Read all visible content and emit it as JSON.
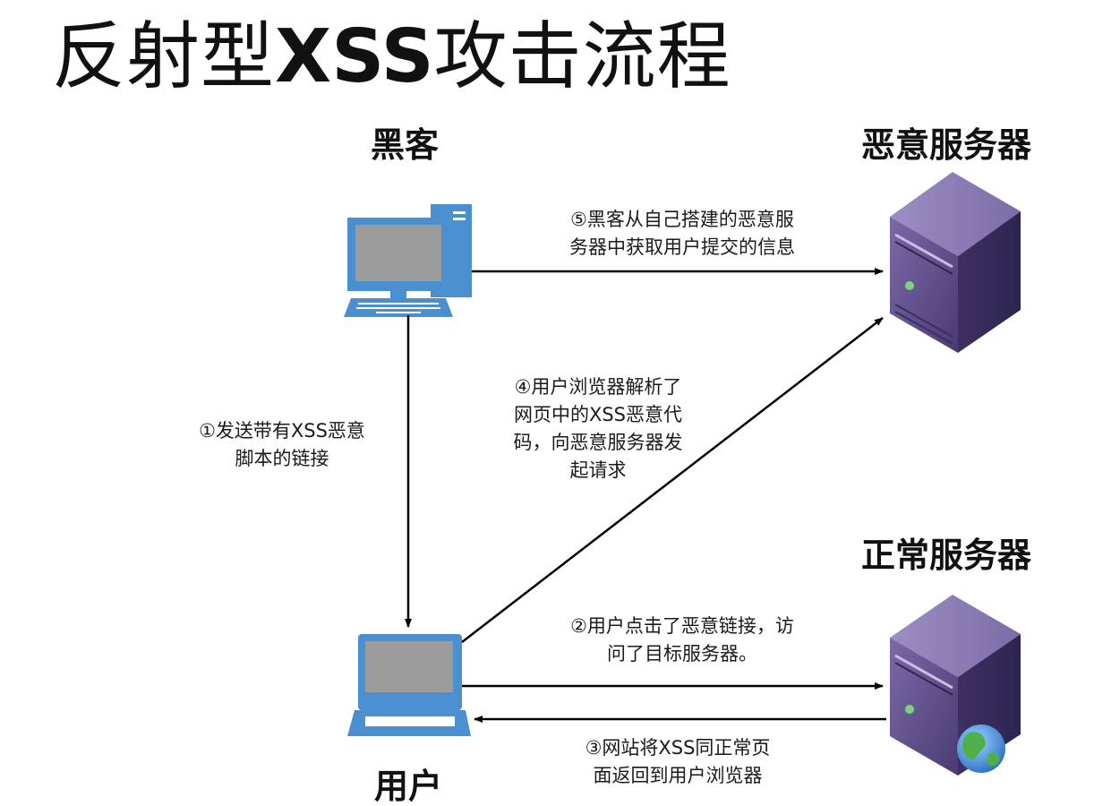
{
  "title": {
    "prefix": "反射型",
    "xss": "XSS",
    "suffix": "攻击流程"
  },
  "nodes": {
    "hacker": "黑客",
    "malicious_server": "恶意服务器",
    "normal_server": "正常服务器",
    "user": "用户"
  },
  "steps": {
    "step1": "①发送带有XSS恶意\n脚本的链接",
    "step2": "②用户点击了恶意链接，访\n问了目标服务器。",
    "step3": "③网站将XSS同正常页\n面返回到用户浏览器",
    "step4": "④用户浏览器解析了\n网页中的XSS恶意代\n码，向恶意服务器发\n起请求",
    "step5": "⑤黑客从自己搭建的恶意服\n务器中获取用户提交的信息"
  },
  "icons": {
    "hacker": "desktop-computer-icon",
    "user": "laptop-icon",
    "malicious_server": "server-tower-icon",
    "normal_server": "server-tower-with-globe-icon"
  },
  "colors": {
    "computer_blue": "#4a90d0",
    "screen_gray": "#9b9b9b",
    "server_purple": "#5b4a86",
    "arrow": "#000000"
  }
}
